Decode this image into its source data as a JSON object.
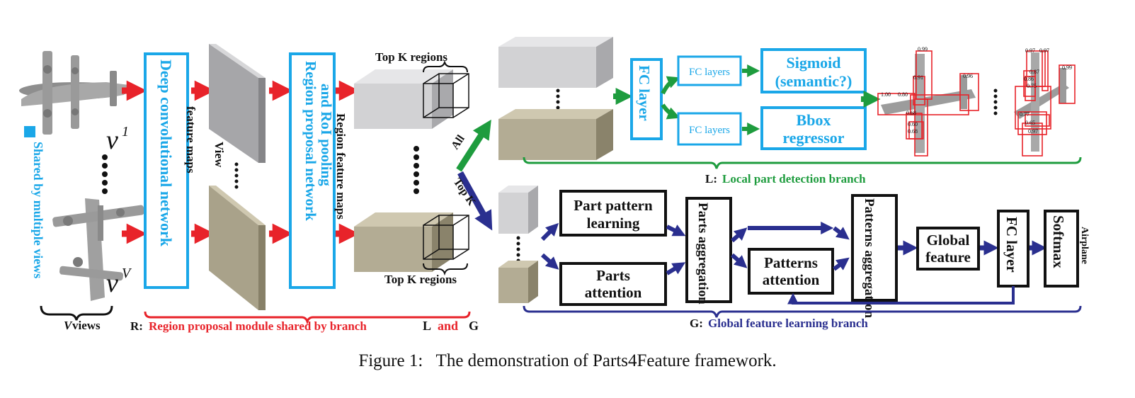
{
  "figure": {
    "caption_label": "Figure 1:",
    "caption_text": "The demonstration of Parts4Feature framework."
  },
  "colors": {
    "cyan": "#1aa7e8",
    "red": "#e8232a",
    "green": "#1e9c3e",
    "navy": "#2a2f8f",
    "gray_face": "#b9b9bb",
    "tan_face": "#a9a28a"
  },
  "input": {
    "v1": "v",
    "v1_sup": "1",
    "vV": "v",
    "vV_sup": "V",
    "views_v": "V",
    "views_word": "views",
    "shared_text": "Shared by multiple views"
  },
  "region_module": {
    "dcn_label": "Deep convolutional network",
    "feature_maps_label": "feature maps",
    "view_label": "View",
    "rpn_label_1": "Region proposal network",
    "rpn_label_2": "and RoI pooling",
    "region_feature_label": "Region feature maps",
    "top_k_regions_top": "Top K regions",
    "top_k_regions_bottom": "Top K regions",
    "brace_prefix": "R:",
    "brace_text": "Region proposal module shared by branch",
    "brace_L": "L",
    "brace_and": "and",
    "brace_G": "G"
  },
  "local_branch": {
    "all_label": "All",
    "fc_layer_big": "FC layer",
    "fc_layers_1": "FC layers",
    "fc_layers_2": "FC layers",
    "sigmoid_1": "Sigmoid",
    "sigmoid_2": "(semantic?)",
    "bbox_1": "Bbox",
    "bbox_2": "regressor",
    "brace_prefix": "L:",
    "brace_text": "Local part detection branch"
  },
  "detections": {
    "left": [
      "0.99",
      "1.00",
      "0.80",
      "0.91",
      "0.96",
      "0.68",
      "0.60",
      "0.68"
    ],
    "right": [
      "0.97",
      "0.97",
      "0.87",
      "0.99",
      "0.86",
      "0.75",
      "0.77",
      "0.65",
      "0.97"
    ]
  },
  "global_branch": {
    "topk_label": "Top K",
    "part_pattern_1": "Part pattern",
    "part_pattern_2": "learning",
    "parts_attention_1": "Parts",
    "parts_attention_2": "attention",
    "parts_aggregation": "Parts aggregation",
    "patterns_attention_1": "Patterns",
    "patterns_attention_2": "attention",
    "patterns_aggregation": "Patterns aggregation",
    "global_feature_1": "Global",
    "global_feature_2": "feature",
    "fc_layer": "FC layer",
    "softmax": "Softmax",
    "airplane": "Airplane",
    "brace_prefix": "G:",
    "brace_text": "Global feature learning branch"
  }
}
